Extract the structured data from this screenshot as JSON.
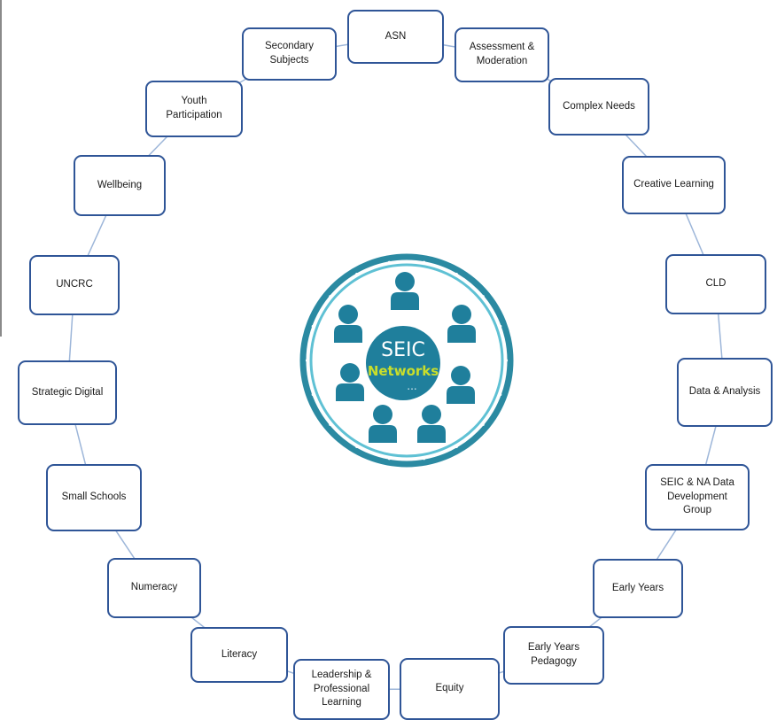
{
  "colors": {
    "node_border": "#2f5597",
    "connector": "#9db6d9",
    "hub_ring_dark": "#2b8aa2",
    "hub_ring_light": "#5fc1d4",
    "hub_center": "#1f7f9c",
    "person": "#1f7f9c",
    "networks_text": "#c9de2b"
  },
  "hub": {
    "title": "SEIC",
    "subtitle": "Networks",
    "dots": "..."
  },
  "nodes": [
    {
      "id": "asn",
      "label": "ASN"
    },
    {
      "id": "assessment-moderation",
      "label": "Assessment & Moderation"
    },
    {
      "id": "complex-needs",
      "label": "Complex Needs"
    },
    {
      "id": "creative-learning",
      "label": "Creative Learning"
    },
    {
      "id": "cld",
      "label": "CLD"
    },
    {
      "id": "data-analysis",
      "label": "Data & Analysis"
    },
    {
      "id": "seic-na-data",
      "label": "SEIC & NA Data Development Group"
    },
    {
      "id": "early-years",
      "label": "Early Years"
    },
    {
      "id": "early-years-pedagogy",
      "label": "Early Years Pedagogy"
    },
    {
      "id": "equity",
      "label": "Equity"
    },
    {
      "id": "leadership",
      "label": "Leadership & Professional Learning"
    },
    {
      "id": "literacy",
      "label": "Literacy"
    },
    {
      "id": "numeracy",
      "label": "Numeracy"
    },
    {
      "id": "small-schools",
      "label": "Small Schools"
    },
    {
      "id": "strategic-digital",
      "label": "Strategic Digital"
    },
    {
      "id": "uncrc",
      "label": "UNCRC"
    },
    {
      "id": "wellbeing",
      "label": "Wellbeing"
    },
    {
      "id": "youth-participation",
      "label": "Youth Participation"
    },
    {
      "id": "secondary-subjects",
      "label": "Secondary Subjects"
    }
  ]
}
